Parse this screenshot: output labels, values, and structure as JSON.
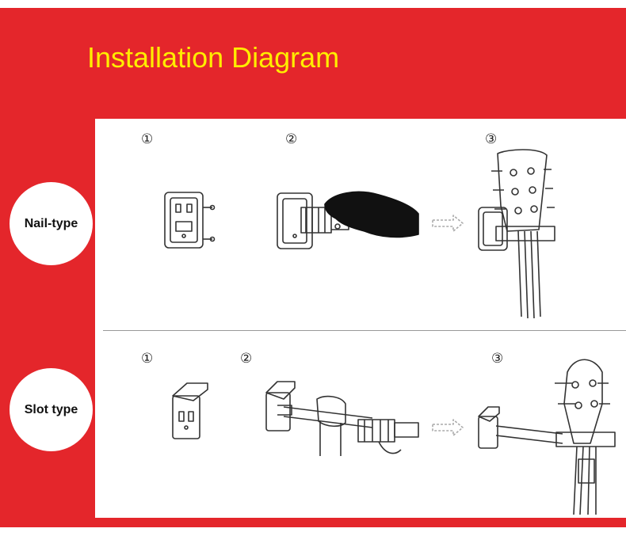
{
  "title": "Installation Diagram",
  "sections": {
    "nail": {
      "label": "Nail-type",
      "steps": [
        "①",
        "②",
        "③"
      ]
    },
    "slot": {
      "label": "Slot type",
      "steps": [
        "①",
        "②",
        "③"
      ]
    }
  },
  "colors": {
    "background_red": "#e4262b",
    "title_yellow": "#ffed00"
  }
}
